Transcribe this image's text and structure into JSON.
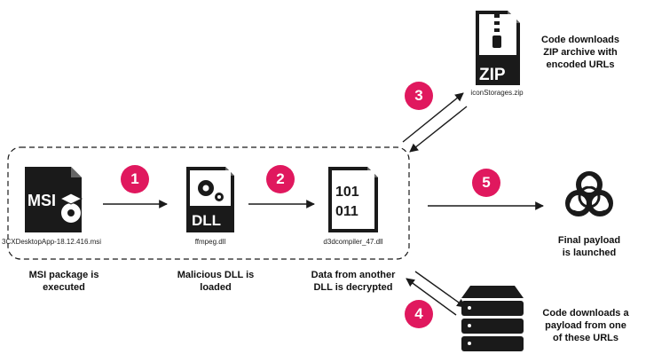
{
  "colors": {
    "accent": "#e0185e",
    "ink": "#1a1a1a"
  },
  "steps": [
    "1",
    "2",
    "3",
    "4",
    "5"
  ],
  "files": {
    "msi_name": "3CXDesktopApp-18.12.416.msi",
    "msi_icon_text": "MSI",
    "dll_name": "ffmpeg.dll",
    "dll_icon_text": "DLL",
    "bin_name": "d3dcompiler_47.dll",
    "bin_line1": "101",
    "bin_line2": "011",
    "zip_name": "iconStorages.zip",
    "zip_icon_text": "ZIP"
  },
  "captions": {
    "msi": "MSI package is\nexecuted",
    "dll": "Malicious DLL is\nloaded",
    "bin": "Data from another\nDLL is decrypted",
    "zip": "Code downloads\nZIP archive with\nencoded URLs",
    "server": "Code downloads a\npayload from one\nof these URLs",
    "payload": "Final payload\nis launched"
  },
  "icons": {
    "msi": "msi-installer-icon",
    "dll": "dll-gear-icon",
    "bin": "binary-file-icon",
    "zip": "zip-archive-icon",
    "server": "server-stack-icon",
    "payload": "biohazard-icon"
  }
}
